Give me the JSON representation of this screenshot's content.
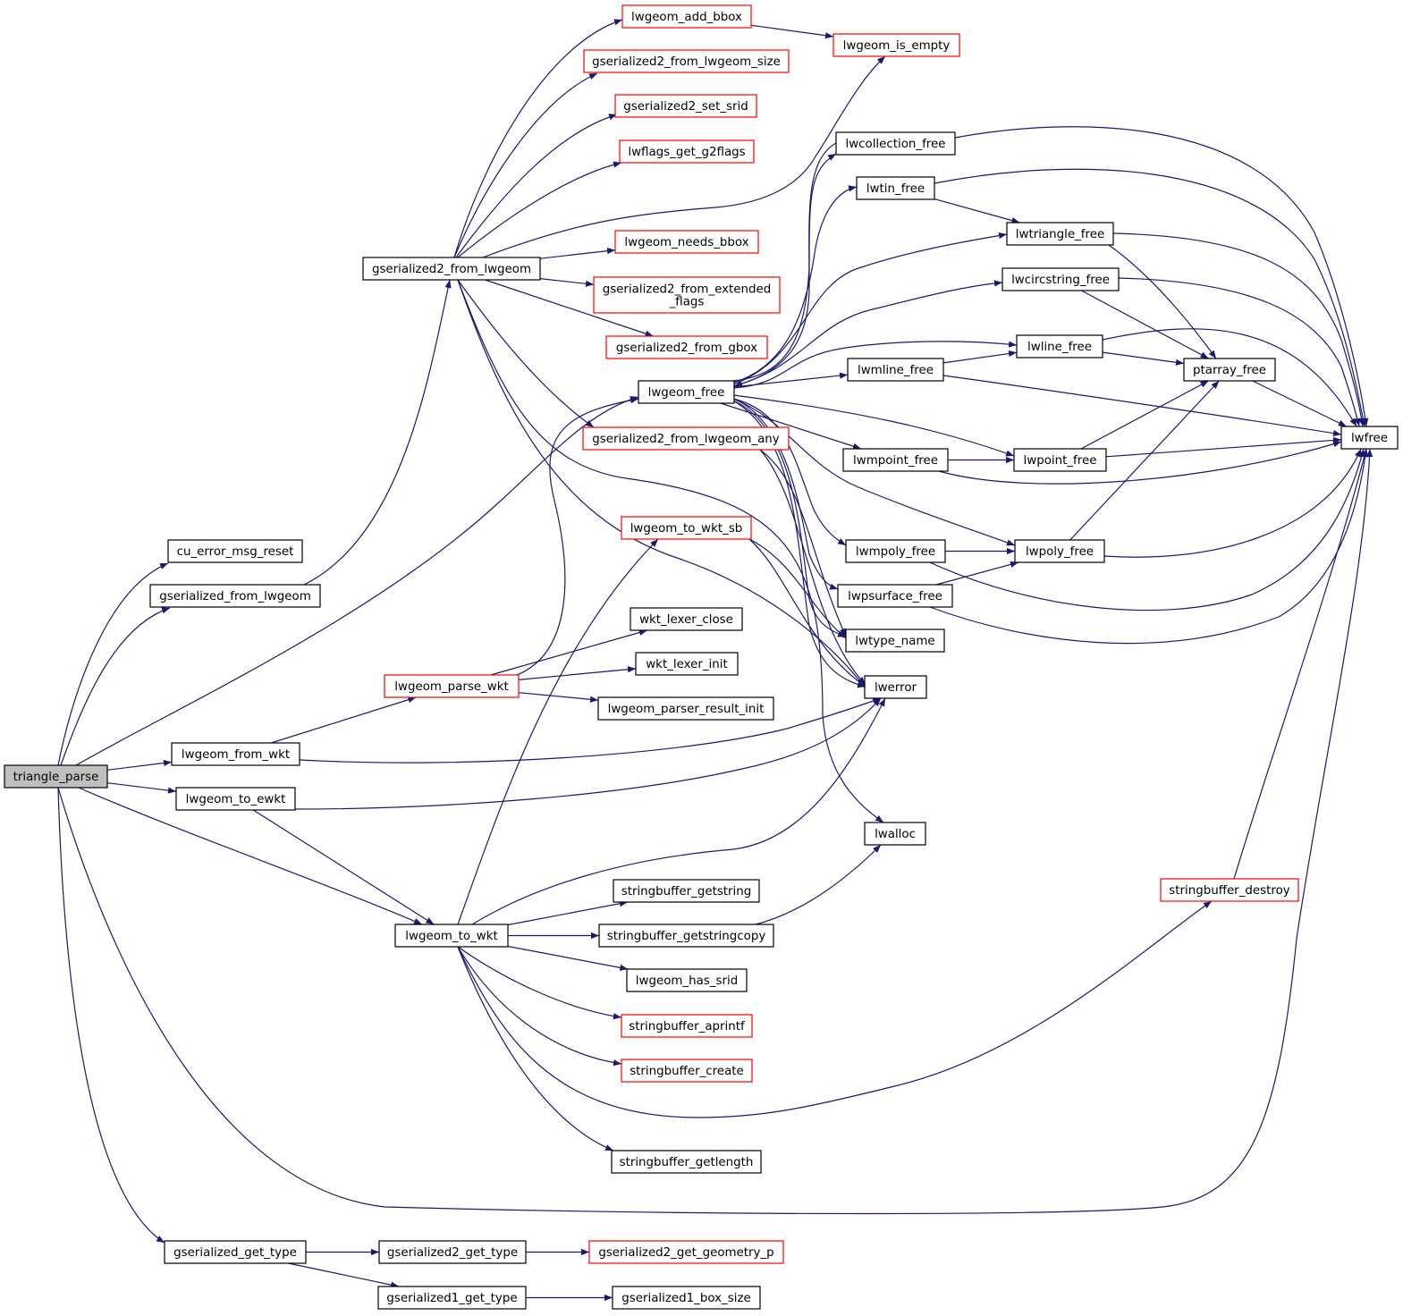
{
  "colors": {
    "edge": "#191970",
    "border": "#000000",
    "highlight_border": "#ff0000",
    "root_fill": "#bfbfbf"
  },
  "nodes": [
    {
      "id": "triangle_parse",
      "label": "triangle_parse",
      "style": "root"
    },
    {
      "id": "cu_error_msg_reset",
      "label": "cu_error_msg_reset",
      "style": "normal"
    },
    {
      "id": "gserialized_from_lwgeom",
      "label": "gserialized_from_lwgeom",
      "style": "normal"
    },
    {
      "id": "lwgeom_from_wkt",
      "label": "lwgeom_from_wkt",
      "style": "normal"
    },
    {
      "id": "lwgeom_to_ewkt",
      "label": "lwgeom_to_ewkt",
      "style": "normal"
    },
    {
      "id": "gserialized_get_type",
      "label": "gserialized_get_type",
      "style": "normal"
    },
    {
      "id": "gserialized2_from_lwgeom",
      "label": "gserialized2_from_lwgeom",
      "style": "normal"
    },
    {
      "id": "lwgeom_parse_wkt",
      "label": "lwgeom_parse_wkt",
      "style": "red"
    },
    {
      "id": "lwgeom_to_wkt",
      "label": "lwgeom_to_wkt",
      "style": "normal"
    },
    {
      "id": "gserialized2_get_type",
      "label": "gserialized2_get_type",
      "style": "normal"
    },
    {
      "id": "gserialized1_get_type",
      "label": "gserialized1_get_type",
      "style": "normal"
    },
    {
      "id": "lwgeom_add_bbox",
      "label": "lwgeom_add_bbox",
      "style": "red"
    },
    {
      "id": "gserialized2_from_lwgeom_size",
      "label": "gserialized2_from_lwgeom_size",
      "style": "red"
    },
    {
      "id": "gserialized2_set_srid",
      "label": "gserialized2_set_srid",
      "style": "red"
    },
    {
      "id": "lwflags_get_g2flags",
      "label": "lwflags_get_g2flags",
      "style": "red"
    },
    {
      "id": "lwgeom_needs_bbox",
      "label": "lwgeom_needs_bbox",
      "style": "red"
    },
    {
      "id": "gserialized2_from_extended_flags",
      "label": "gserialized2_from_extended\n_flags",
      "style": "red"
    },
    {
      "id": "gserialized2_from_gbox",
      "label": "gserialized2_from_gbox",
      "style": "red"
    },
    {
      "id": "lwgeom_free",
      "label": "lwgeom_free",
      "style": "normal"
    },
    {
      "id": "gserialized2_from_lwgeom_any",
      "label": "gserialized2_from_lwgeom_any",
      "style": "red"
    },
    {
      "id": "lwgeom_to_wkt_sb",
      "label": "lwgeom_to_wkt_sb",
      "style": "red"
    },
    {
      "id": "wkt_lexer_close",
      "label": "wkt_lexer_close",
      "style": "normal"
    },
    {
      "id": "wkt_lexer_init",
      "label": "wkt_lexer_init",
      "style": "normal"
    },
    {
      "id": "lwgeom_parser_result_init",
      "label": "lwgeom_parser_result_init",
      "style": "normal"
    },
    {
      "id": "stringbuffer_getstring",
      "label": "stringbuffer_getstring",
      "style": "normal"
    },
    {
      "id": "stringbuffer_getstringcopy",
      "label": "stringbuffer_getstringcopy",
      "style": "normal"
    },
    {
      "id": "lwgeom_has_srid",
      "label": "lwgeom_has_srid",
      "style": "normal"
    },
    {
      "id": "stringbuffer_aprintf",
      "label": "stringbuffer_aprintf",
      "style": "red"
    },
    {
      "id": "stringbuffer_create",
      "label": "stringbuffer_create",
      "style": "red"
    },
    {
      "id": "stringbuffer_getlength",
      "label": "stringbuffer_getlength",
      "style": "normal"
    },
    {
      "id": "gserialized2_get_geometry_p",
      "label": "gserialized2_get_geometry_p",
      "style": "red"
    },
    {
      "id": "gserialized1_box_size",
      "label": "gserialized1_box_size",
      "style": "normal"
    },
    {
      "id": "lwgeom_is_empty",
      "label": "lwgeom_is_empty",
      "style": "red"
    },
    {
      "id": "lwcollection_free",
      "label": "lwcollection_free",
      "style": "normal"
    },
    {
      "id": "lwtin_free",
      "label": "lwtin_free",
      "style": "normal"
    },
    {
      "id": "lwtriangle_free",
      "label": "lwtriangle_free",
      "style": "normal"
    },
    {
      "id": "lwcircstring_free",
      "label": "lwcircstring_free",
      "style": "normal"
    },
    {
      "id": "lwline_free",
      "label": "lwline_free",
      "style": "normal"
    },
    {
      "id": "lwmline_free",
      "label": "lwmline_free",
      "style": "normal"
    },
    {
      "id": "lwmpoint_free",
      "label": "lwmpoint_free",
      "style": "normal"
    },
    {
      "id": "lwpoint_free",
      "label": "lwpoint_free",
      "style": "normal"
    },
    {
      "id": "lwmpoly_free",
      "label": "lwmpoly_free",
      "style": "normal"
    },
    {
      "id": "lwpoly_free",
      "label": "lwpoly_free",
      "style": "normal"
    },
    {
      "id": "lwpsurface_free",
      "label": "lwpsurface_free",
      "style": "normal"
    },
    {
      "id": "lwtype_name",
      "label": "lwtype_name",
      "style": "normal"
    },
    {
      "id": "lwerror",
      "label": "lwerror",
      "style": "normal"
    },
    {
      "id": "lwalloc",
      "label": "lwalloc",
      "style": "normal"
    },
    {
      "id": "ptarray_free",
      "label": "ptarray_free",
      "style": "normal"
    },
    {
      "id": "lwfree",
      "label": "lwfree",
      "style": "normal"
    },
    {
      "id": "stringbuffer_destroy",
      "label": "stringbuffer_destroy",
      "style": "red"
    }
  ],
  "edges": [
    [
      "triangle_parse",
      "cu_error_msg_reset"
    ],
    [
      "triangle_parse",
      "gserialized_from_lwgeom"
    ],
    [
      "triangle_parse",
      "lwgeom_free"
    ],
    [
      "triangle_parse",
      "lwgeom_from_wkt"
    ],
    [
      "triangle_parse",
      "lwgeom_to_ewkt"
    ],
    [
      "triangle_parse",
      "lwgeom_to_wkt"
    ],
    [
      "triangle_parse",
      "lwfree"
    ],
    [
      "triangle_parse",
      "gserialized_get_type"
    ],
    [
      "gserialized_from_lwgeom",
      "gserialized2_from_lwgeom"
    ],
    [
      "gserialized2_from_lwgeom",
      "lwgeom_add_bbox"
    ],
    [
      "gserialized2_from_lwgeom",
      "gserialized2_from_lwgeom_size"
    ],
    [
      "gserialized2_from_lwgeom",
      "gserialized2_set_srid"
    ],
    [
      "gserialized2_from_lwgeom",
      "lwflags_get_g2flags"
    ],
    [
      "gserialized2_from_lwgeom",
      "lwgeom_is_empty"
    ],
    [
      "gserialized2_from_lwgeom",
      "lwgeom_needs_bbox"
    ],
    [
      "gserialized2_from_lwgeom",
      "gserialized2_from_extended_flags"
    ],
    [
      "gserialized2_from_lwgeom",
      "gserialized2_from_gbox"
    ],
    [
      "gserialized2_from_lwgeom",
      "gserialized2_from_lwgeom_any"
    ],
    [
      "gserialized2_from_lwgeom",
      "lwerror"
    ],
    [
      "gserialized2_from_lwgeom",
      "lwalloc"
    ],
    [
      "lwgeom_add_bbox",
      "lwgeom_is_empty"
    ],
    [
      "gserialized2_from_lwgeom_any",
      "lwtype_name"
    ],
    [
      "gserialized2_from_lwgeom_any",
      "lwerror"
    ],
    [
      "lwgeom_free",
      "lwcollection_free"
    ],
    [
      "lwgeom_free",
      "lwtin_free"
    ],
    [
      "lwgeom_free",
      "lwtriangle_free"
    ],
    [
      "lwgeom_free",
      "lwcircstring_free"
    ],
    [
      "lwgeom_free",
      "lwline_free"
    ],
    [
      "lwgeom_free",
      "lwmline_free"
    ],
    [
      "lwgeom_free",
      "lwmpoint_free"
    ],
    [
      "lwgeom_free",
      "lwpoint_free"
    ],
    [
      "lwgeom_free",
      "lwmpoly_free"
    ],
    [
      "lwgeom_free",
      "lwpoly_free"
    ],
    [
      "lwgeom_free",
      "lwpsurface_free"
    ],
    [
      "lwgeom_free",
      "lwtype_name"
    ],
    [
      "lwgeom_free",
      "lwerror"
    ],
    [
      "lwcollection_free",
      "lwgeom_free"
    ],
    [
      "lwcollection_free",
      "lwfree"
    ],
    [
      "lwtin_free",
      "lwtriangle_free"
    ],
    [
      "lwtin_free",
      "lwfree"
    ],
    [
      "lwtriangle_free",
      "ptarray_free"
    ],
    [
      "lwtriangle_free",
      "lwfree"
    ],
    [
      "lwcircstring_free",
      "ptarray_free"
    ],
    [
      "lwcircstring_free",
      "lwfree"
    ],
    [
      "lwline_free",
      "ptarray_free"
    ],
    [
      "lwline_free",
      "lwfree"
    ],
    [
      "lwmline_free",
      "lwline_free"
    ],
    [
      "lwmline_free",
      "lwfree"
    ],
    [
      "lwmpoint_free",
      "lwpoint_free"
    ],
    [
      "lwmpoint_free",
      "lwfree"
    ],
    [
      "lwpoint_free",
      "ptarray_free"
    ],
    [
      "lwpoint_free",
      "lwfree"
    ],
    [
      "lwmpoly_free",
      "lwpoly_free"
    ],
    [
      "lwmpoly_free",
      "lwfree"
    ],
    [
      "lwpoly_free",
      "ptarray_free"
    ],
    [
      "lwpoly_free",
      "lwfree"
    ],
    [
      "lwpsurface_free",
      "lwpoly_free"
    ],
    [
      "lwpsurface_free",
      "lwfree"
    ],
    [
      "ptarray_free",
      "lwfree"
    ],
    [
      "lwgeom_from_wkt",
      "lwgeom_parse_wkt"
    ],
    [
      "lwgeom_from_wkt",
      "lwerror"
    ],
    [
      "lwgeom_parse_wkt",
      "lwgeom_free"
    ],
    [
      "lwgeom_parse_wkt",
      "wkt_lexer_close"
    ],
    [
      "lwgeom_parse_wkt",
      "wkt_lexer_init"
    ],
    [
      "lwgeom_parse_wkt",
      "lwgeom_parser_result_init"
    ],
    [
      "lwgeom_to_ewkt",
      "lwgeom_to_wkt"
    ],
    [
      "lwgeom_to_ewkt",
      "lwerror"
    ],
    [
      "lwgeom_to_wkt",
      "lwgeom_to_wkt_sb"
    ],
    [
      "lwgeom_to_wkt",
      "lwerror"
    ],
    [
      "lwgeom_to_wkt",
      "stringbuffer_getstring"
    ],
    [
      "lwgeom_to_wkt",
      "stringbuffer_getstringcopy"
    ],
    [
      "lwgeom_to_wkt",
      "lwgeom_has_srid"
    ],
    [
      "lwgeom_to_wkt",
      "stringbuffer_aprintf"
    ],
    [
      "lwgeom_to_wkt",
      "stringbuffer_create"
    ],
    [
      "lwgeom_to_wkt",
      "stringbuffer_destroy"
    ],
    [
      "lwgeom_to_wkt",
      "stringbuffer_getlength"
    ],
    [
      "lwgeom_to_wkt_sb",
      "lwtype_name"
    ],
    [
      "lwgeom_to_wkt_sb",
      "lwerror"
    ],
    [
      "stringbuffer_getstringcopy",
      "lwalloc"
    ],
    [
      "stringbuffer_destroy",
      "lwfree"
    ],
    [
      "gserialized_get_type",
      "gserialized2_get_type"
    ],
    [
      "gserialized_get_type",
      "gserialized1_get_type"
    ],
    [
      "gserialized2_get_type",
      "gserialized2_get_geometry_p"
    ],
    [
      "gserialized1_get_type",
      "gserialized1_box_size"
    ]
  ]
}
